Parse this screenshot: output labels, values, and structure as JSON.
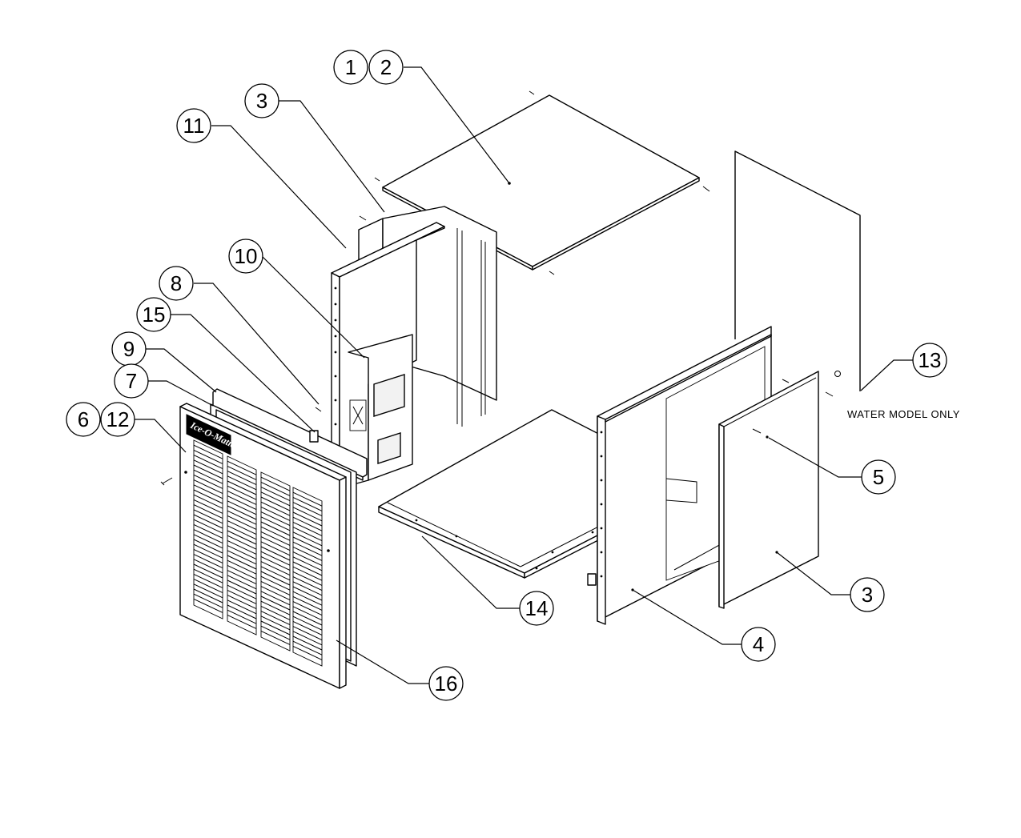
{
  "callouts": [
    "1",
    "2",
    "3",
    "11",
    "10",
    "8",
    "15",
    "9",
    "7",
    "6",
    "12",
    "13",
    "5",
    "3",
    "4",
    "14",
    "16"
  ],
  "note": "WATER MODEL ONLY",
  "logo": "Ice-O-Matic"
}
